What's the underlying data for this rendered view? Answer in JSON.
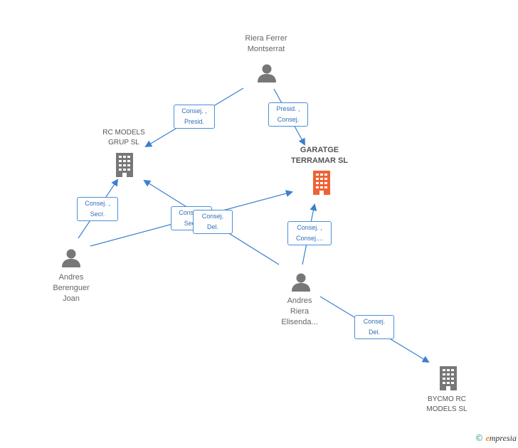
{
  "colors": {
    "edge": "#3a7fd0",
    "person": "#777777",
    "company": "#777777",
    "focus_company": "#f06236"
  },
  "nodes": {
    "riera_ferrer": {
      "lines": [
        "Riera Ferrer",
        "Montserrat"
      ],
      "icon": "person-icon"
    },
    "rc_models": {
      "lines": [
        "RC MODELS",
        "GRUP SL"
      ],
      "icon": "building-icon"
    },
    "garatge": {
      "lines": [
        "GARATGE",
        "TERRAMAR SL"
      ],
      "icon": "building-icon"
    },
    "andres_berenguer": {
      "lines": [
        "Andres",
        "Berenguer",
        "Joan"
      ],
      "icon": "person-icon"
    },
    "andres_riera": {
      "lines": [
        "Andres",
        "Riera",
        "Elisenda..."
      ],
      "icon": "person-icon"
    },
    "bycmo": {
      "lines": [
        "BYCMO RC",
        "MODELS SL"
      ],
      "icon": "building-icon"
    }
  },
  "edges": {
    "e1": [
      "Consej. ,",
      "Presid."
    ],
    "e2": [
      "Presid. ,",
      "Consej."
    ],
    "e3": [
      "Consej. ,",
      "Secr."
    ],
    "e4": [
      "Consej. ,",
      "Secr."
    ],
    "e5": [
      "Consej.",
      "Del."
    ],
    "e6": [
      "Consej. ,",
      "Consej...."
    ],
    "e7": [
      "Consej.",
      "Del."
    ]
  },
  "brand": {
    "symbol": "©",
    "first": "e",
    "rest": "mpresia"
  }
}
